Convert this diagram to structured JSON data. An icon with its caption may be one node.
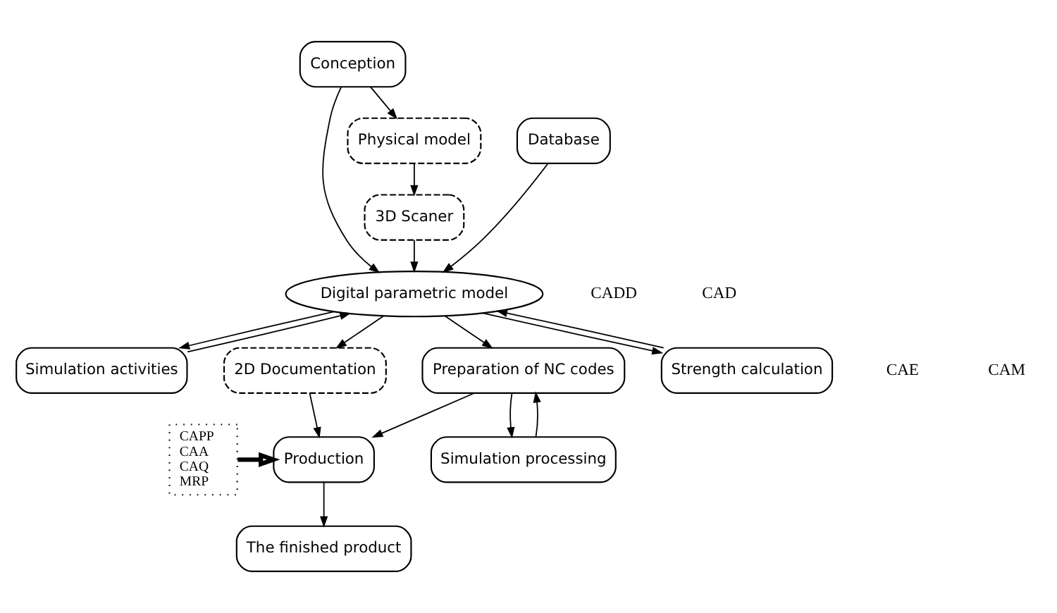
{
  "diagram": {
    "nodes": [
      {
        "text": [
          "Conception"
        ]
      },
      {
        "text": [
          "Physical model"
        ]
      },
      {
        "text": [
          "3D Scaner"
        ]
      },
      {
        "text": [
          "Database"
        ]
      },
      {
        "text": [
          "Digital parametric model"
        ]
      },
      {
        "text": [
          "Simulation activities"
        ]
      },
      {
        "text": [
          "Strength calculation"
        ]
      },
      {
        "text": [
          "2D Documentation"
        ]
      },
      {
        "text": [
          "Preparation of NC codes"
        ]
      },
      {
        "text": [
          "Simulation processing"
        ]
      },
      {
        "text": [
          "Production"
        ]
      },
      {
        "text": [
          "The finished product"
        ]
      },
      {
        "text": [
          "CAPP",
          "CAA",
          "CAQ",
          "MRP"
        ]
      }
    ],
    "edges": [
      {
        "from": 0,
        "to": 1,
        "arrow": "to"
      },
      {
        "from": 0,
        "to": 4,
        "arrow": "to"
      },
      {
        "from": 1,
        "to": 2,
        "arrow": "to"
      },
      {
        "from": 2,
        "to": 4,
        "arrow": "to"
      },
      {
        "from": 3,
        "to": 4,
        "arrow": "to"
      },
      {
        "from": 4,
        "to": 5,
        "arrow": "to"
      },
      {
        "from": 5,
        "to": 4,
        "arrow": "to"
      },
      {
        "from": 4,
        "to": 6,
        "arrow": "to"
      },
      {
        "from": 6,
        "to": 4,
        "arrow": "to"
      },
      {
        "from": 4,
        "to": 7,
        "arrow": "to"
      },
      {
        "from": 4,
        "to": 8,
        "arrow": "to"
      },
      {
        "from": 8,
        "to": 9,
        "arrow": "to"
      },
      {
        "from": 9,
        "to": 8,
        "arrow": "to"
      },
      {
        "from": 8,
        "to": 10,
        "arrow": "to"
      },
      {
        "from": 7,
        "to": 10,
        "arrow": "to"
      },
      {
        "from": 12,
        "to": 10,
        "arrow": "to",
        "style": "thick"
      },
      {
        "from": 10,
        "to": 11,
        "arrow": "to"
      }
    ],
    "labels": [
      "CADD",
      "CAE",
      "CAD",
      "CAM"
    ]
  }
}
